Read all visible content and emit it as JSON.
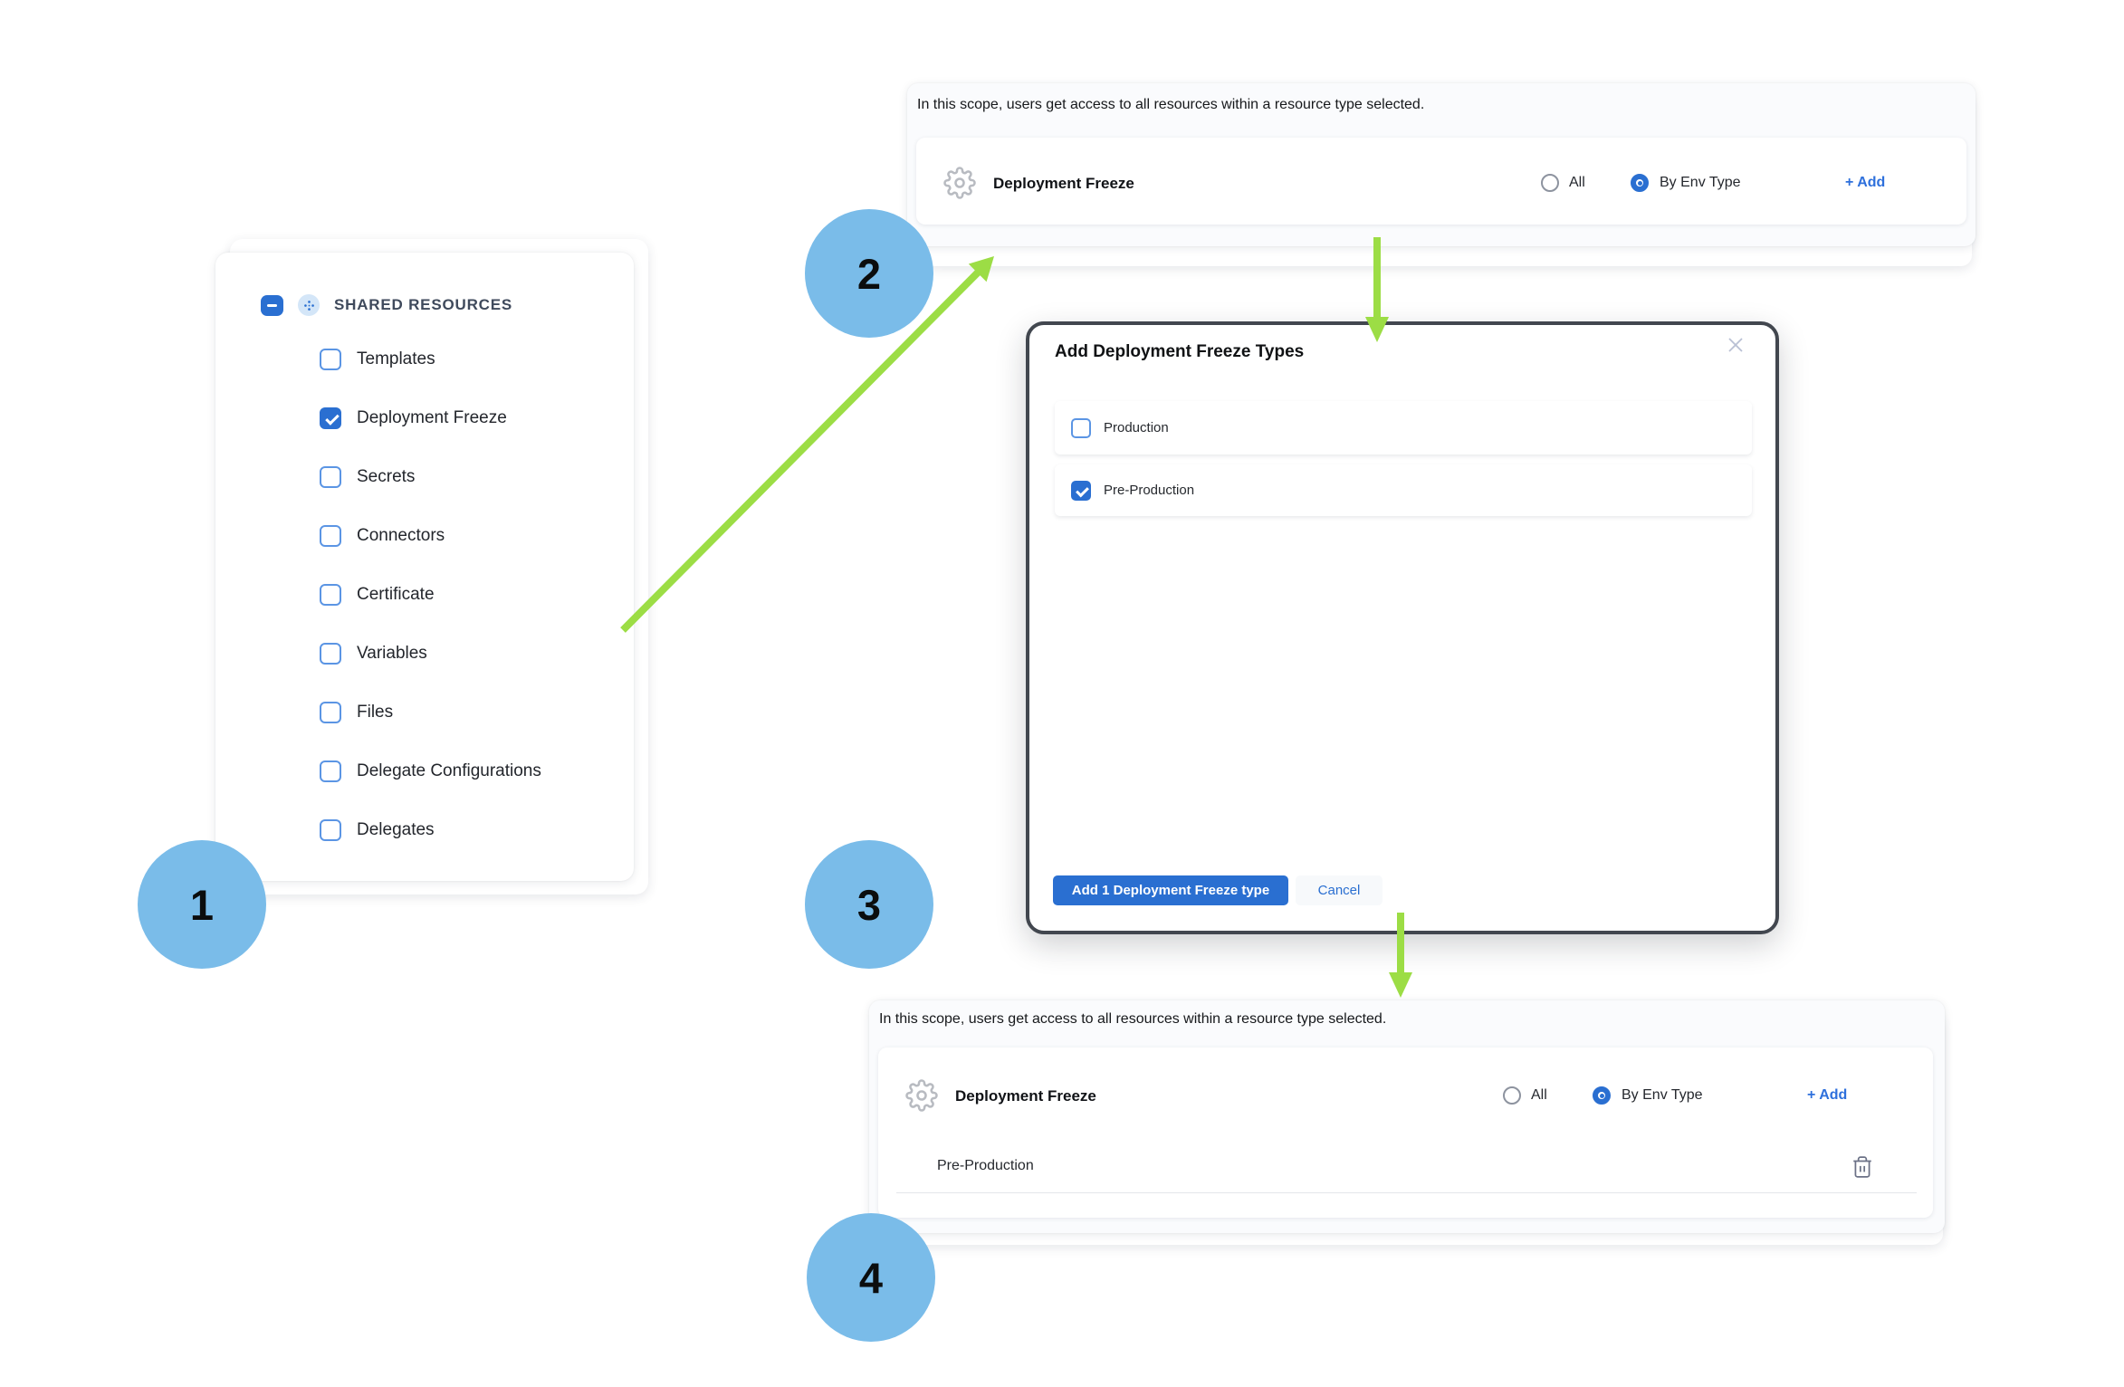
{
  "colors": {
    "primary_blue": "#2a6fd1",
    "link_blue": "#2e70dc",
    "step_circle_blue": "#7abce9",
    "arrow_green": "#9cdd45",
    "modal_border": "#42474f"
  },
  "steps": {
    "one": "1",
    "two": "2",
    "three": "3",
    "four": "4"
  },
  "shared_resources_panel": {
    "title": "SHARED RESOURCES",
    "items": [
      {
        "label": "Templates",
        "checked": false
      },
      {
        "label": "Deployment Freeze",
        "checked": true
      },
      {
        "label": "Secrets",
        "checked": false
      },
      {
        "label": "Connectors",
        "checked": false
      },
      {
        "label": "Certificate",
        "checked": false
      },
      {
        "label": "Variables",
        "checked": false
      },
      {
        "label": "Files",
        "checked": false
      },
      {
        "label": "Delegate Configurations",
        "checked": false
      },
      {
        "label": "Delegates",
        "checked": false
      }
    ]
  },
  "scope_panel_top": {
    "description": "In this scope, users get access to all resources within a resource type selected.",
    "row": {
      "label": "Deployment Freeze",
      "option_all": {
        "label": "All",
        "selected": false
      },
      "option_by_env": {
        "label": "By Env Type",
        "selected": true
      },
      "add_label": "+ Add"
    }
  },
  "modal": {
    "title": "Add Deployment Freeze Types",
    "options": [
      {
        "label": "Production",
        "checked": false
      },
      {
        "label": "Pre-Production",
        "checked": true
      }
    ],
    "primary_button": "Add 1 Deployment Freeze type",
    "cancel_button": "Cancel"
  },
  "scope_panel_bottom": {
    "description": "In this scope, users get access to all resources within a resource type selected.",
    "row": {
      "label": "Deployment Freeze",
      "option_all": {
        "label": "All",
        "selected": false
      },
      "option_by_env": {
        "label": "By Env Type",
        "selected": true
      },
      "add_label": "+ Add"
    },
    "selected_types": [
      {
        "label": "Pre-Production"
      }
    ]
  }
}
